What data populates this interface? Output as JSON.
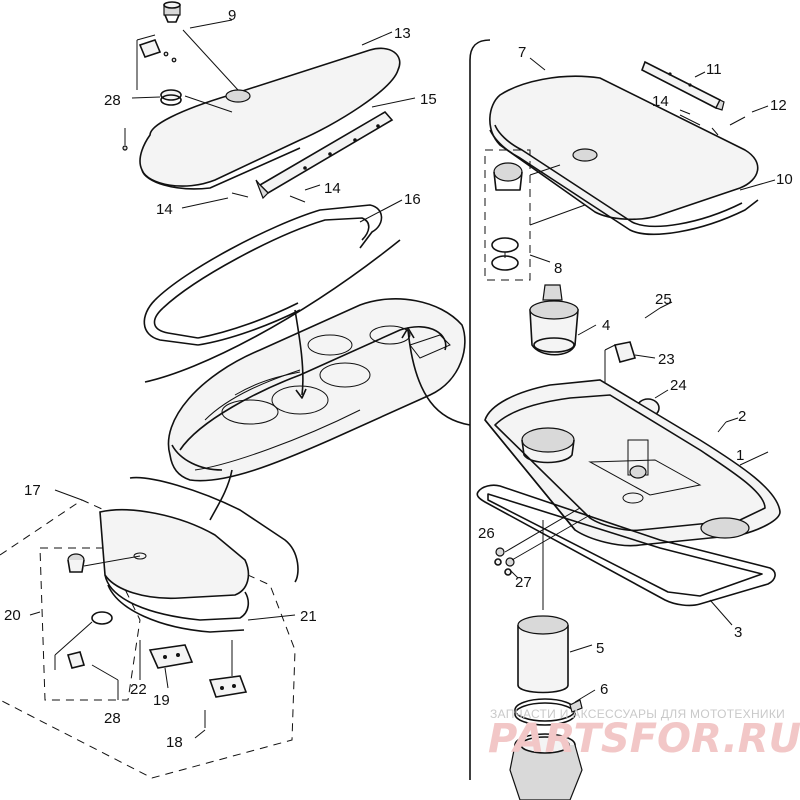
{
  "callouts": {
    "c1": "1",
    "c2": "2",
    "c3": "3",
    "c4": "4",
    "c5": "5",
    "c6": "6",
    "c7": "7",
    "c8": "8",
    "c9": "9",
    "c10": "10",
    "c11": "11",
    "c12": "12",
    "c13": "13",
    "c14a": "14",
    "c14b": "14",
    "c14c": "14",
    "c15": "15",
    "c16": "16",
    "c17": "17",
    "c18": "18",
    "c19": "19",
    "c20": "20",
    "c21": "21",
    "c22": "22",
    "c23": "23",
    "c24": "24",
    "c25": "25",
    "c26": "26",
    "c27": "27",
    "c28a": "28",
    "c28b": "28"
  },
  "watermark": {
    "caption": "ЗАПЧАСТИ И АКСЕССУАРЫ ДЛЯ МОТОТЕХНИКИ",
    "logo": "PARTSFOR.RU",
    "color": "#e07070"
  }
}
